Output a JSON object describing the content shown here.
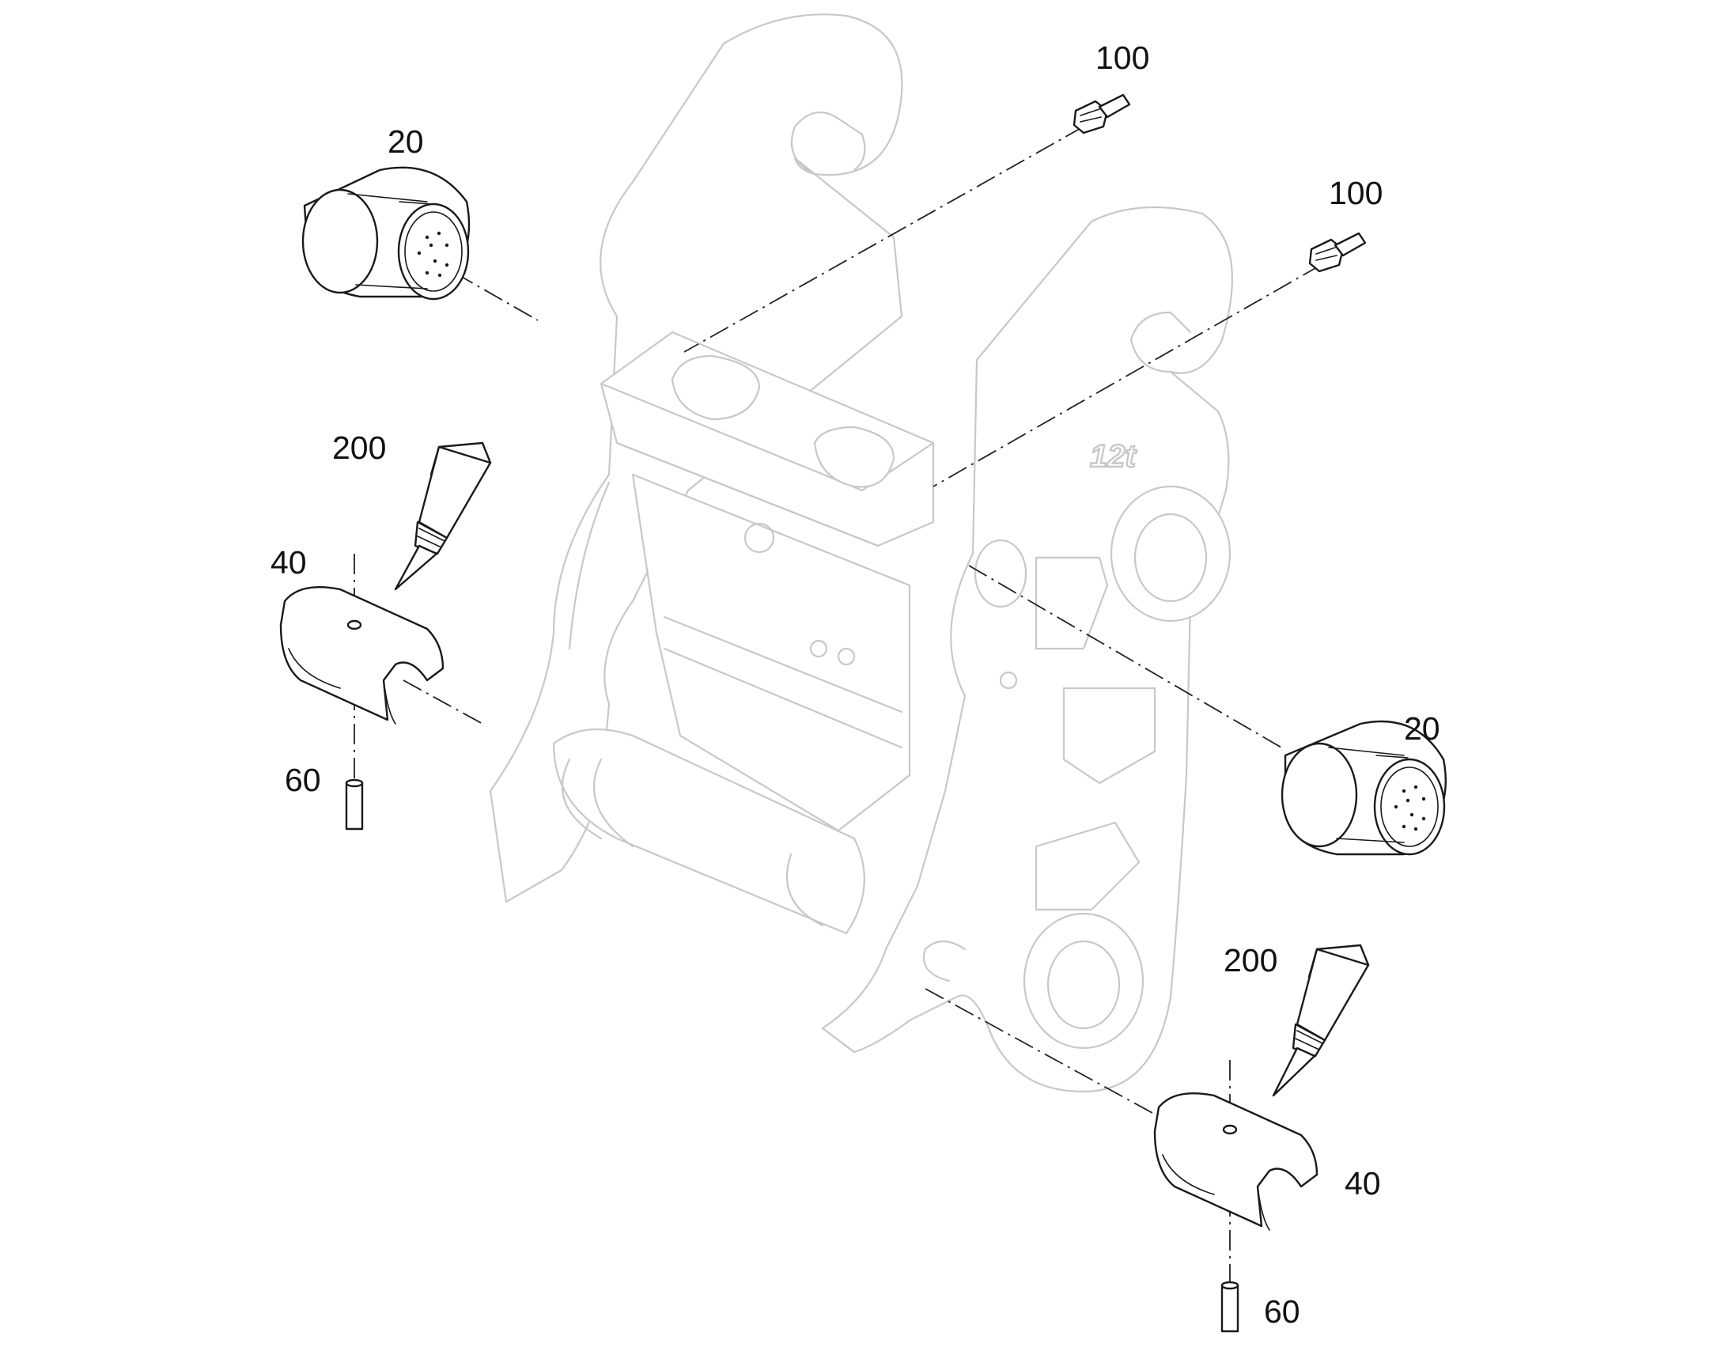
{
  "diagram": {
    "frame_marking": "12t",
    "callouts": [
      {
        "id": "label-20-top-left",
        "text": "20"
      },
      {
        "id": "label-20-right",
        "text": "20"
      },
      {
        "id": "label-40-left",
        "text": "40"
      },
      {
        "id": "label-40-right",
        "text": "40"
      },
      {
        "id": "label-60-left",
        "text": "60"
      },
      {
        "id": "label-60-right",
        "text": "60"
      },
      {
        "id": "label-100-top",
        "text": "100"
      },
      {
        "id": "label-100-right",
        "text": "100"
      },
      {
        "id": "label-200-left",
        "text": "200"
      },
      {
        "id": "label-200-right",
        "text": "200"
      }
    ],
    "parts": [
      {
        "callout": "20",
        "icon": "bushing-icon"
      },
      {
        "callout": "40",
        "icon": "half-shell-icon"
      },
      {
        "callout": "60",
        "icon": "pin-icon"
      },
      {
        "callout": "100",
        "icon": "grease-nipple-icon"
      },
      {
        "callout": "200",
        "icon": "grease-tube-icon"
      }
    ]
  }
}
